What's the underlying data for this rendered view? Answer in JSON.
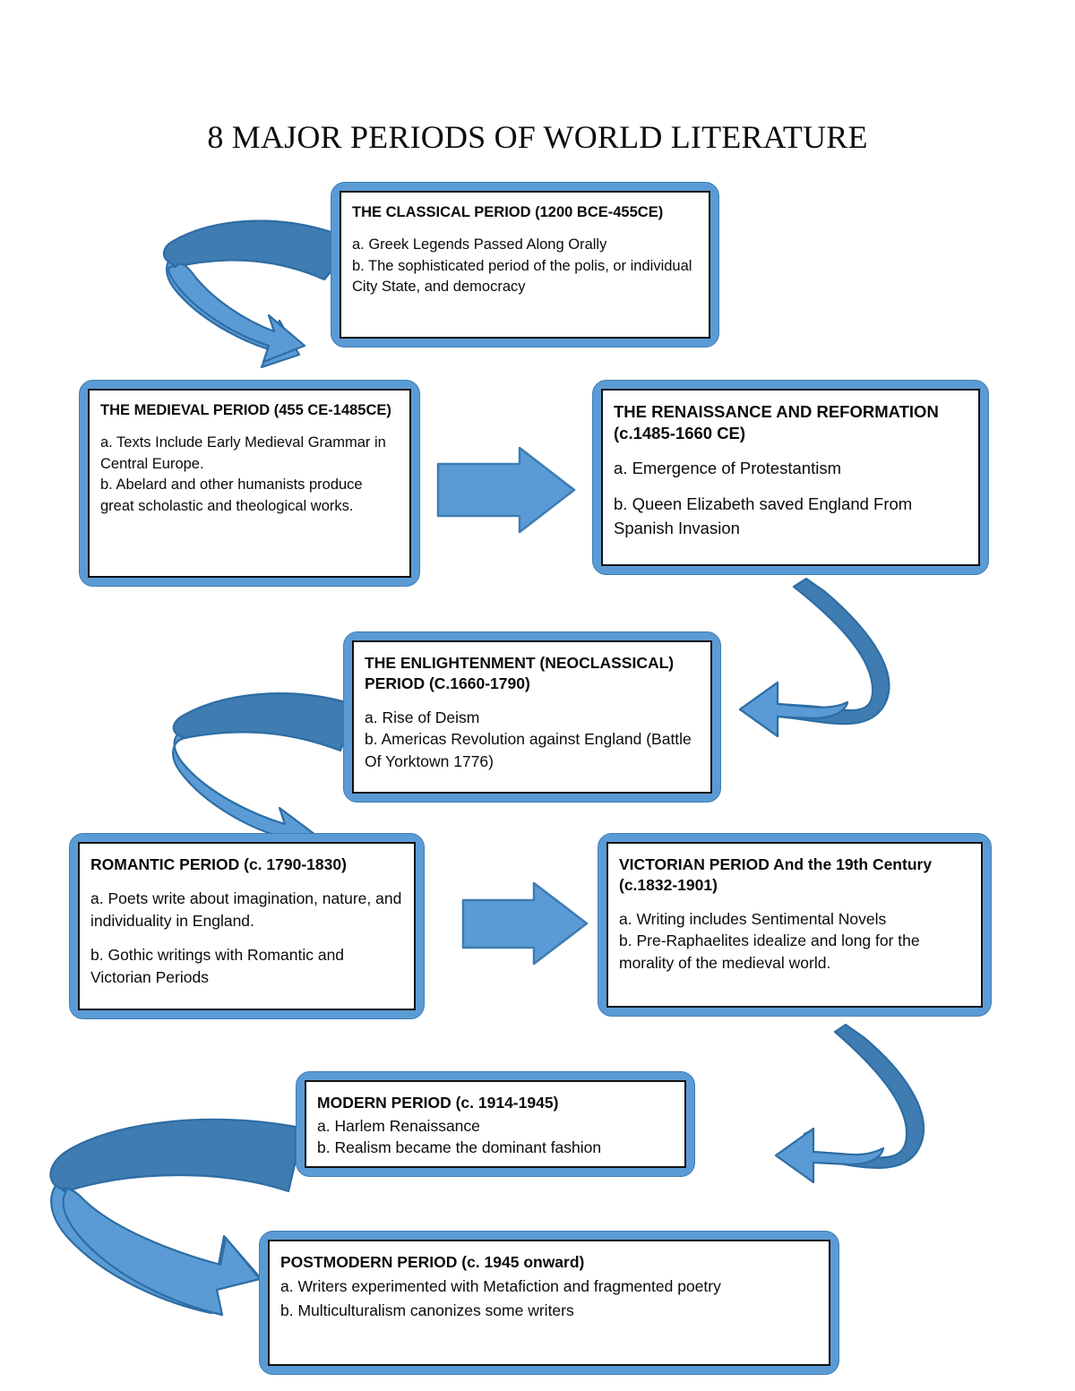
{
  "document": {
    "title": "8 MAJOR PERIODS OF WORLD LITERATURE"
  },
  "colors": {
    "arrow_light": "#5B9BD5",
    "arrow_dark": "#3E7CB1",
    "arrow_stroke": "#2E6DA4",
    "node_fill": "#5B9BD5",
    "node_stroke": "#3F7DB3",
    "panel_fill": "#FFFFFF",
    "panel_stroke": "#111111",
    "text": "#0B0B0B"
  },
  "nodes": [
    {
      "id": "classical",
      "heading": "THE CLASSICAL PERIOD (1200 BCE-455CE)",
      "items": [
        "a. Greek Legends Passed Along Orally",
        "b. The sophisticated period of the polis, or individual City State, and democracy"
      ]
    },
    {
      "id": "medieval",
      "heading": "THE MEDIEVAL PERIOD (455 CE-1485CE)",
      "items": [
        "a. Texts Include Early Medieval Grammar in Central Europe.",
        "b. Abelard and other humanists produce great scholastic and theological works."
      ]
    },
    {
      "id": "renaissance",
      "heading": "THE RENAISSANCE AND REFORMATION (c.1485-1660 CE)",
      "items": [
        "a. Emergence of Protestantism",
        "b. Queen Elizabeth saved England From Spanish Invasion"
      ]
    },
    {
      "id": "enlightenment",
      "heading": "THE ENLIGHTENMENT (NEOCLASSICAL) PERIOD (C.1660-1790)",
      "items": [
        "a. Rise of Deism",
        "b.  Americas Revolution against England (Battle Of Yorktown 1776)"
      ]
    },
    {
      "id": "romantic",
      "heading": "ROMANTIC PERIOD (c. 1790-1830)",
      "items": [
        "a. Poets write about imagination, nature, and individuality in England.",
        "b. Gothic writings with Romantic and Victorian Periods"
      ]
    },
    {
      "id": "victorian",
      "heading": "VICTORIAN PERIOD And the 19th Century (c.1832-1901)",
      "items": [
        "a. Writing includes Sentimental Novels",
        "b. Pre-Raphaelites idealize and long for the morality of the medieval world."
      ]
    },
    {
      "id": "modern",
      "heading": " MODERN PERIOD (c. 1914-1945)",
      "items": [
        "a. Harlem Renaissance",
        "b. Realism became the dominant fashion"
      ]
    },
    {
      "id": "postmodern",
      "heading": "POSTMODERN PERIOD (c. 1945 onward)",
      "items": [
        "a. Writers experimented with Metafiction and fragmented poetry",
        "b. Multiculturalism canonizes some writers"
      ]
    }
  ],
  "arrows": [
    {
      "id": "classical-to-medieval",
      "shape": "curved-uturn-down-left"
    },
    {
      "id": "medieval-to-renaissance",
      "shape": "block-arrow-right"
    },
    {
      "id": "renaissance-to-enlightenment",
      "shape": "curved-hook-down-left"
    },
    {
      "id": "enlightenment-to-romantic",
      "shape": "curved-uturn-down-left"
    },
    {
      "id": "romantic-to-victorian",
      "shape": "block-arrow-right"
    },
    {
      "id": "victorian-to-modern",
      "shape": "curved-hook-down-left"
    },
    {
      "id": "modern-to-postmodern",
      "shape": "curved-uturn-down-right"
    }
  ]
}
